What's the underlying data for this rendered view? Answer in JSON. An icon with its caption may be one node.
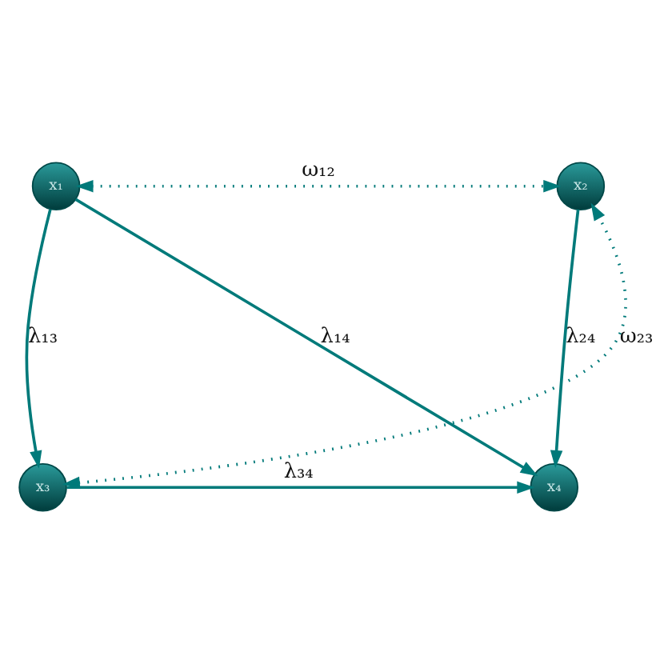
{
  "diagram": {
    "nodes": [
      {
        "text": [
          "x₁"
        ]
      },
      {
        "text": [
          "x₂"
        ]
      },
      {
        "text": [
          "x₃"
        ]
      },
      {
        "text": [
          "x₄"
        ]
      }
    ],
    "edges": [
      {
        "from": 0,
        "to": 1,
        "arrow": "both",
        "label": "ω₁₂",
        "style": "dashed"
      },
      {
        "from": 0,
        "to": 2,
        "arrow": "to",
        "label": "λ₁₃"
      },
      {
        "from": 0,
        "to": 3,
        "arrow": "to",
        "label": "λ₁₄"
      },
      {
        "from": 1,
        "to": 3,
        "arrow": "to",
        "label": "λ₂₄"
      },
      {
        "from": 2,
        "to": 1,
        "arrow": "both",
        "label": "ω₂₃",
        "style": "dashed"
      },
      {
        "from": 2,
        "to": 3,
        "arrow": "to",
        "label": "λ₃₄"
      }
    ]
  }
}
